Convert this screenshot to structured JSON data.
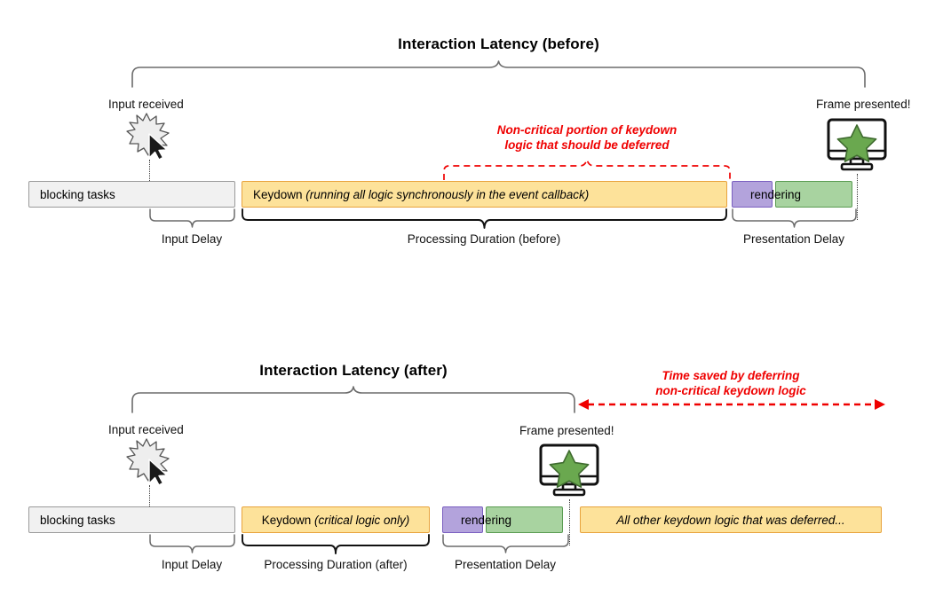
{
  "diagram": {
    "title_before": "Interaction Latency (before)",
    "title_after": "Interaction Latency (after)",
    "colors": {
      "yellow_fill": "#fde29a",
      "yellow_stroke": "#e8a33d",
      "purple_fill": "#b3a3dc",
      "purple_stroke": "#7a5fc0",
      "green_fill": "#a8d3a0",
      "green_stroke": "#5a9c52",
      "gray_fill": "#f1f1f1",
      "gray_stroke": "#9a9a9a",
      "red_accent": "#ef0000",
      "brace_gray": "#6b6b6b",
      "brace_black": "#111111",
      "star_green": "#6aa84f"
    }
  },
  "before": {
    "title": "Interaction Latency (before)",
    "input_label": "Input received",
    "frame_label": "Frame presented!",
    "red_note_line1": "Non-critical portion of keydown",
    "red_note_line2": "logic that should be deferred",
    "blocks": {
      "blocking": "blocking tasks",
      "keydown_main": "Keydown ",
      "keydown_italic": "(running all logic synchronously in the event callback)",
      "rendering": "rendering"
    },
    "braces": {
      "input_delay": "Input Delay",
      "processing": "Processing Duration (before)",
      "presentation": "Presentation Delay"
    },
    "icons": {
      "input": "burst-cursor-icon",
      "frame": "monitor-star-icon"
    }
  },
  "after": {
    "title": "Interaction Latency (after)",
    "input_label": "Input received",
    "frame_label": "Frame presented!",
    "red_note_line1": "Time saved by deferring",
    "red_note_line2": "non-critical keydown logic",
    "blocks": {
      "blocking": "blocking tasks",
      "keydown_main": "Keydown ",
      "keydown_italic": "(critical logic only)",
      "rendering": "rendering",
      "deferred": "All other keydown logic that was deferred..."
    },
    "braces": {
      "input_delay": "Input Delay",
      "processing": "Processing Duration (after)",
      "presentation": "Presentation Delay"
    },
    "icons": {
      "input": "burst-cursor-icon",
      "frame": "monitor-star-icon"
    }
  }
}
